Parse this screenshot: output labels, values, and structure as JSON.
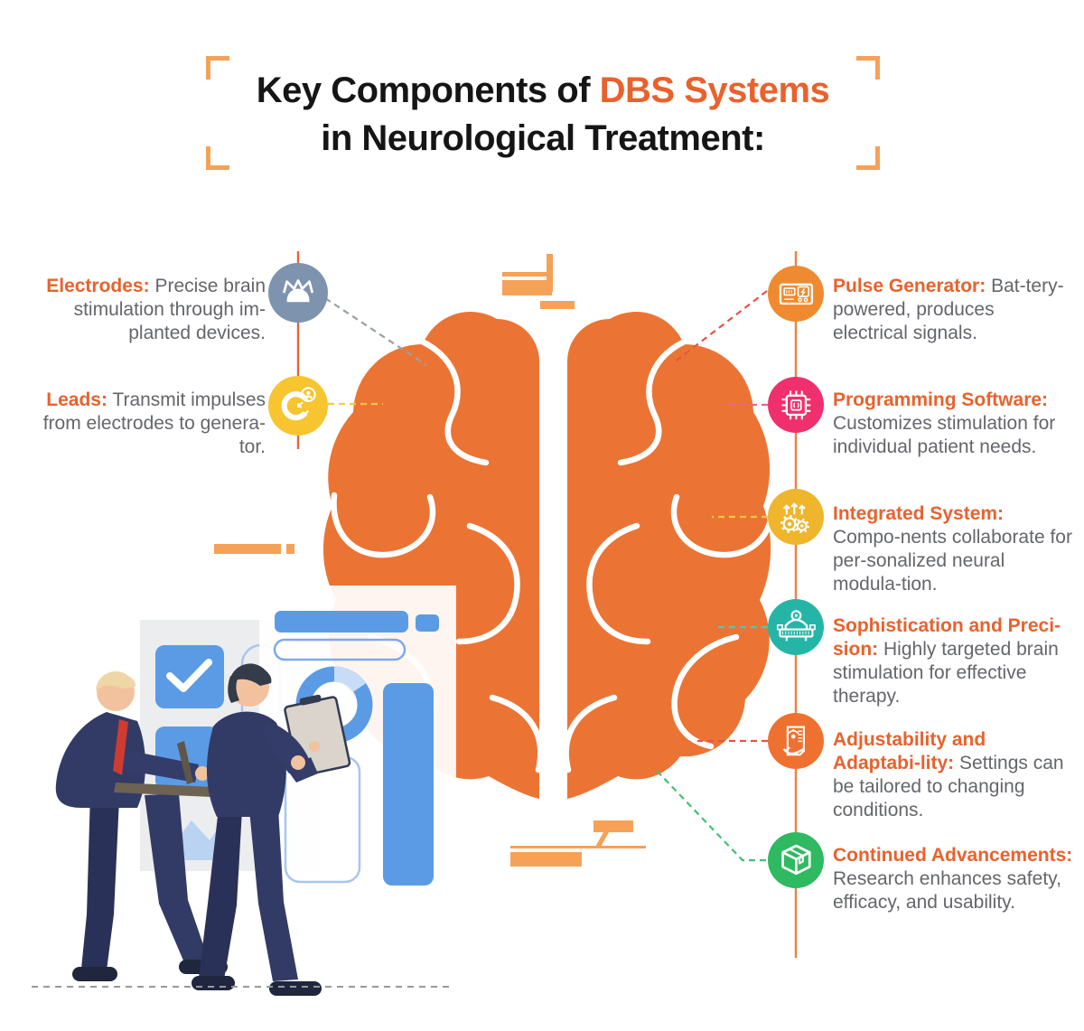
{
  "title": {
    "prefix": "Key Components of ",
    "highlight": "DBS Systems",
    "line2": "in Neurological Treatment:"
  },
  "palette": {
    "accent_orange": "#E8622D",
    "brain_orange": "#EB7434",
    "decoration_orange": "#F6A158",
    "body_text_gray": "#64666B",
    "title_black": "#151515",
    "left_line": "#E8633F",
    "right_line": "#EF7F3D",
    "illustration_blue": "#5B9BE6",
    "suit_navy": "#323B66"
  },
  "sections": {
    "left": [
      {
        "label": "Electrodes:",
        "text": " Precise brain stimulation through im-planted devices.",
        "icon": "electrodes-cap-icon",
        "color": "#7E93AE",
        "connector_color": "#9AA0A8"
      },
      {
        "label": "Leads:",
        "text": " Transmit impulses from electrodes to genera-tor.",
        "icon": "magnet-icon",
        "color": "#F6C52F",
        "connector_color": "#F2C94C"
      }
    ],
    "right": [
      {
        "label": "Pulse Generator:",
        "text": " Bat-tery-powered, produces electrical signals.",
        "icon": "pulse-generator-icon",
        "color": "#F08A30",
        "connector_color": "#E25549"
      },
      {
        "label": "Programming Software:",
        "text": " Customizes stimulation for individual patient needs.",
        "icon": "microchip-icon",
        "color": "#EF2F6E",
        "connector_color": "#F06292"
      },
      {
        "label": "Integrated System:",
        "text": " Compo-nents collaborate for per-sonalized neural modula-tion.",
        "icon": "gears-growth-icon",
        "color": "#EFB52D",
        "connector_color": "#F2C14E"
      },
      {
        "label": "Sophistication and Preci-sion:",
        "text": " Highly targeted brain stimulation for effective therapy.",
        "icon": "precision-machine-icon",
        "color": "#25B5A7",
        "connector_color": "#52C5B9"
      },
      {
        "label": "Adjustability and Adaptabi-lity:",
        "text": " Settings can be tailored to changing conditions.",
        "icon": "tailored-settings-icon",
        "color": "#EF7130",
        "connector_color": "#E25549"
      },
      {
        "label": "Continued Advancements:",
        "text": " Research enhances safety, efficacy, and usability.",
        "icon": "package-icon",
        "color": "#2FB961",
        "connector_color": "#44C074"
      }
    ]
  }
}
